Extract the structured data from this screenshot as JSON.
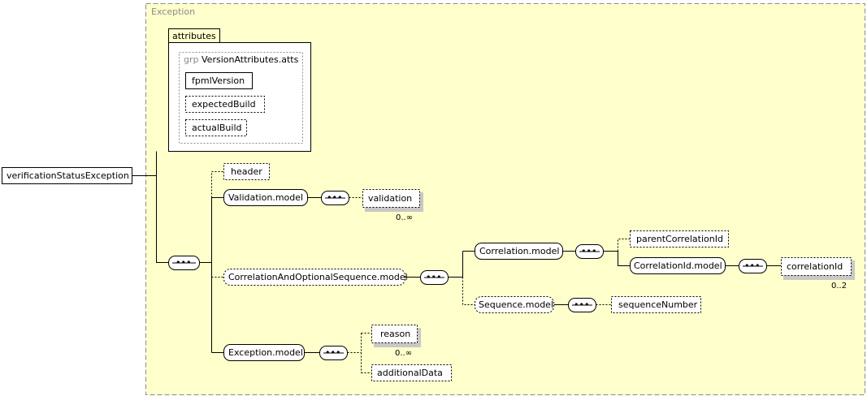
{
  "root_element": "verificationStatusException",
  "complex_type": "Exception",
  "attributes": {
    "tab_label": "attributes",
    "group_prefix": "grp",
    "group_name": "VersionAttributes.atts",
    "items": [
      "fpmlVersion",
      "expectedBuild",
      "actualBuild"
    ]
  },
  "sequence_glyph": "•••",
  "nodes": {
    "header": "header",
    "validation_model": "Validation.model",
    "validation": "validation",
    "correlation_and_sequence_model": "CorrelationAndOptionalSequence.model",
    "correlation_model": "Correlation.model",
    "parent_correlation_id": "parentCorrelationId",
    "correlation_id_model": "CorrelationId.model",
    "correlation_id": "correlationId",
    "sequence_model": "Sequence.model",
    "sequence_number": "sequenceNumber",
    "exception_model": "Exception.model",
    "reason": "reason",
    "additional_data": "additionalData"
  },
  "occurrences": {
    "validation": "0..∞",
    "correlation_id": "0..2",
    "reason": "0..∞"
  },
  "colors": {
    "type_background": "#ffffcc",
    "type_border": "#8c8c8c"
  }
}
